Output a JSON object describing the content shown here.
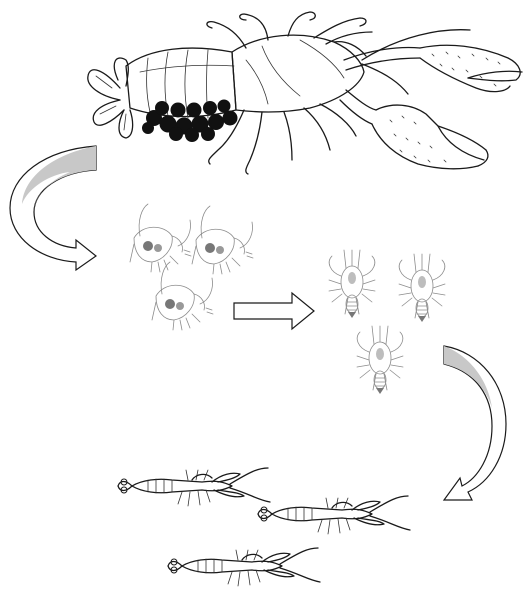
{
  "diagram": {
    "type": "life-cycle",
    "stages": [
      {
        "id": "adult-female-with-eggs",
        "count": 1
      },
      {
        "id": "larva",
        "count": 3
      },
      {
        "id": "post-larva",
        "count": 3
      },
      {
        "id": "juvenile",
        "count": 3
      }
    ],
    "arrows": [
      {
        "from": "adult-female-with-eggs",
        "to": "larva",
        "style": "curved",
        "fill": "#c8c8c8"
      },
      {
        "from": "larva",
        "to": "post-larva",
        "style": "straight",
        "fill": "#ffffff"
      },
      {
        "from": "post-larva",
        "to": "juvenile",
        "style": "curved",
        "fill": "#c8c8c8"
      }
    ],
    "colors": {
      "outline": "#1a1a1a",
      "egg": "#111111",
      "larva_line": "#8c8c8c",
      "arrow_fill": "#c8c8c8"
    }
  }
}
